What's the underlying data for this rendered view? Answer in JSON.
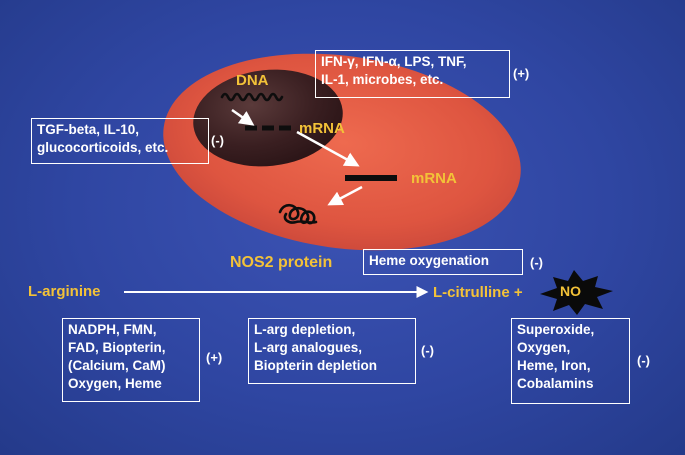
{
  "labels": {
    "dna": "DNA",
    "mrna_nucleus": "mRNA",
    "mrna_cytoplasm": "mRNA",
    "nos2_protein": "NOS2 protein",
    "l_arginine": "L-arginine",
    "l_citrulline": "L-citrulline +",
    "no": "NO"
  },
  "boxes": {
    "inducers": {
      "lines": [
        "IFN-γ, IFN-α, LPS, TNF,",
        "IL-1, microbes, etc."
      ],
      "sign": "(+)"
    },
    "suppressors": {
      "lines": [
        "TGF-beta, IL-10,",
        "glucocorticoids, etc."
      ],
      "sign": "(-)"
    },
    "heme_oxygenation": {
      "lines": [
        "Heme oxygenation"
      ],
      "sign": "(-)"
    },
    "cofactors": {
      "lines": [
        "NADPH, FMN,",
        "FAD, Biopterin,",
        "(Calcium, CaM)",
        "Oxygen, Heme"
      ],
      "sign": "(+)"
    },
    "depletion": {
      "lines": [
        "L-arg depletion,",
        "L-arg analogues,",
        "Biopterin depletion"
      ],
      "sign": "(-)"
    },
    "scavengers": {
      "lines": [
        "Superoxide,",
        "Oxygen,",
        "Heme, Iron,",
        "Cobalamins"
      ],
      "sign": "(-)"
    }
  },
  "colors": {
    "background": "#2f46a2",
    "cell": "#e0563f",
    "nucleus": "#3a1d1f",
    "label_yellow": "#f3c238",
    "no_star": "#0a0a0a"
  }
}
